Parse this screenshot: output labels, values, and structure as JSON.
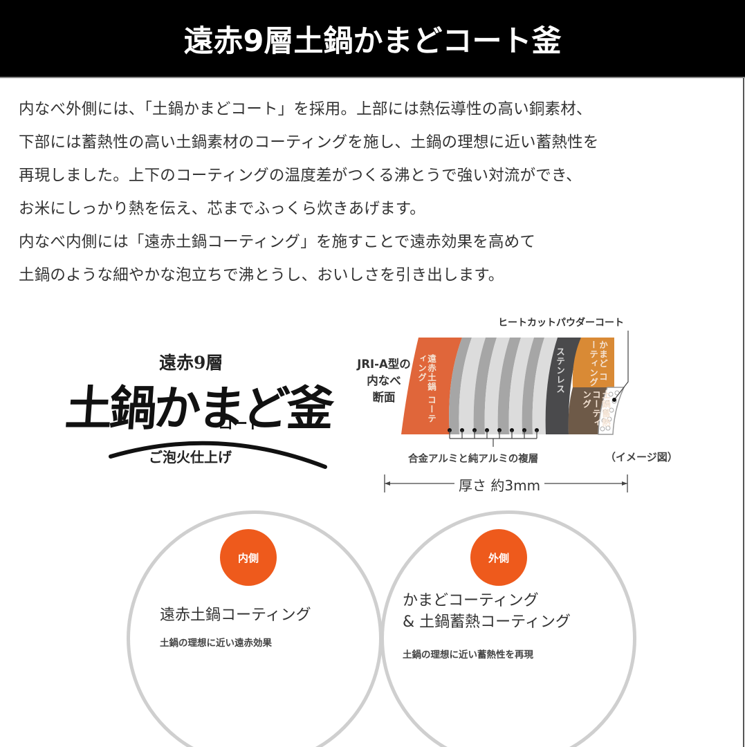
{
  "banner": {
    "title": "遠赤9層土鍋かまどコート釜"
  },
  "intro": {
    "lines": [
      "内なべ外側には、「土鍋かまどコート」を採用。上部には熱伝導性の高い銅素材、",
      "下部には蓄熱性の高い土鍋素材のコーティングを施し、土鍋の理想に近い蓄熱性を",
      "再現しました。上下のコーティングの温度差がつくる沸とうで強い対流ができ、",
      "お米にしっかり熱を伝え、芯までふっくら炊きあげます。",
      "内なべ内側には「遠赤土鍋コーティング」を施すことで遠赤効果を高めて",
      "土鍋のような細やかな泡立ちで沸とうし、おいしさを引き出します。"
    ]
  },
  "logo": {
    "top": "遠赤9層",
    "main": "土鍋かまど釜",
    "sub_kana": "コート",
    "bottom": "ご泡火仕上げ"
  },
  "diagram": {
    "jri_label": [
      "JRI-A型の",
      "内なべ",
      "断面"
    ],
    "heatcut_label": "ヒートカットパウダーコート",
    "layers": {
      "inner_coating": "遠赤土鍋\nコーティング",
      "stainless": "ステンレス",
      "kamado_coating": "かまど\nコーティング",
      "donabe_heat_coating": "土鍋蓄熱\nコーティング"
    },
    "alloy_label": "合金アルミと純アルミの複層",
    "image_note": "（イメージ図）",
    "thickness_label": "厚さ 約3mm",
    "colors": {
      "inner_coating": "#e0663a",
      "aluminum_dark": "#a6a6a6",
      "aluminum_light": "#dcdcdc",
      "stainless": "#4a4a4c",
      "kamado": "#d98a35",
      "donabe": "#6e5a48"
    }
  },
  "features": [
    {
      "badge": "内側",
      "title_lines": [
        "遠赤土鍋コーティング"
      ],
      "subtitle": "土鍋の理想に近い遠赤効果"
    },
    {
      "badge": "外側",
      "title_lines": [
        "かまどコーティング",
        "& 土鍋蓄熱コーティング"
      ],
      "subtitle": "土鍋の理想に近い蓄熱性を再現"
    }
  ],
  "colors": {
    "banner_bg": "#000000",
    "banner_text": "#ffffff",
    "accent": "#ee5a1c",
    "circle_border": "#cfcfcf",
    "body_text": "#333333"
  }
}
